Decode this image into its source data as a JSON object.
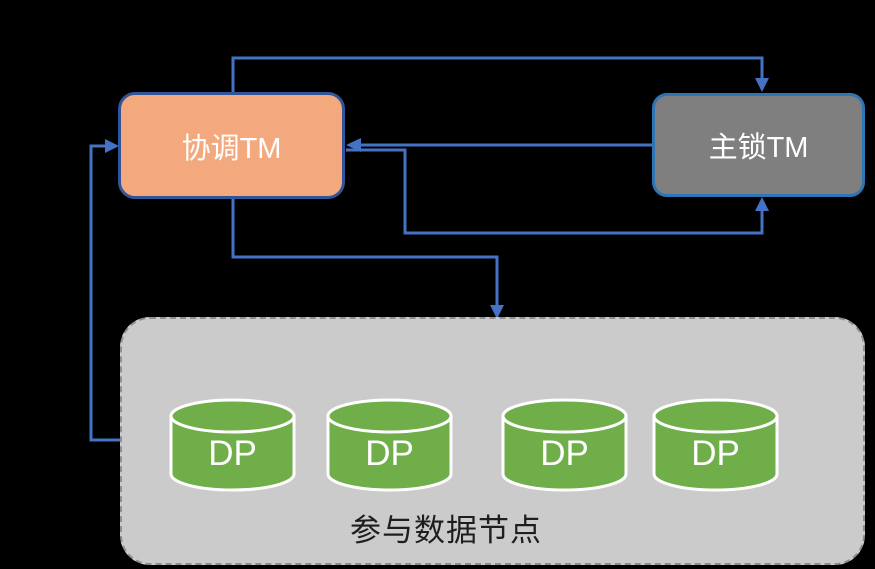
{
  "colors": {
    "background": "#000000",
    "arrow-blue": "#4472C4",
    "coordinator-fill": "#F3A97D",
    "coordinator-border": "#30559B",
    "masterlock-fill": "#7F7F7F",
    "masterlock-border": "#2E75B6",
    "container-fill": "#CBCBCB",
    "container-border": "#8F8F8F",
    "cylinder-green": "#6FAE49",
    "cylinder-stroke": "#FFFFFF",
    "participants-text": "#1E1E1E",
    "box-text": "#FFFFFF"
  },
  "diagram": {
    "coordinator_tm": {
      "label": "协调TM"
    },
    "master_lock_tm": {
      "label": "主锁TM"
    },
    "participants": {
      "label": "参与数据节点",
      "nodes": [
        {
          "label": "DP"
        },
        {
          "label": "DP"
        },
        {
          "label": "DP"
        },
        {
          "label": "DP"
        }
      ]
    }
  }
}
